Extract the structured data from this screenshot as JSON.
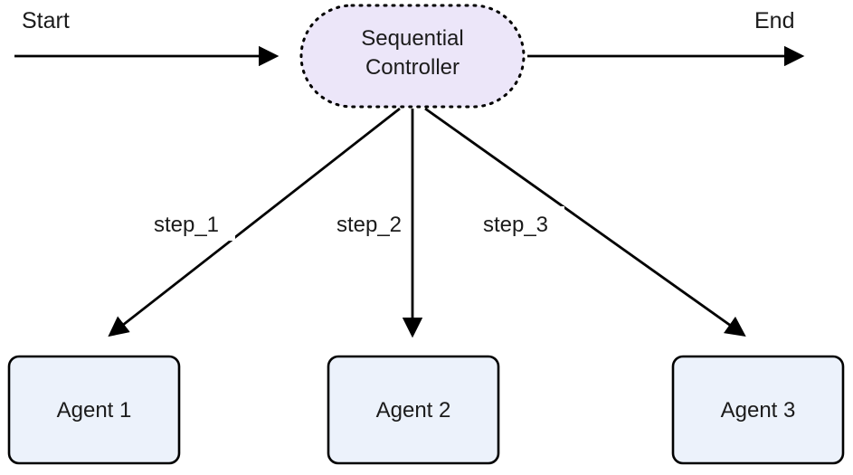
{
  "colors": {
    "controller_fill": "#ECE6F9",
    "agent_fill": "#ECF2FB",
    "line": "#000000",
    "text": "#1b1b1b"
  },
  "diagram": {
    "type": "flowchart",
    "start_label": "Start",
    "end_label": "End",
    "controller": {
      "label_line1": "Sequential",
      "label_line2": "Controller"
    },
    "edges": [
      {
        "label": "step_1",
        "from": "Sequential Controller",
        "to": "Agent 1"
      },
      {
        "label": "step_2",
        "from": "Sequential Controller",
        "to": "Agent 2"
      },
      {
        "label": "step_3",
        "from": "Sequential Controller",
        "to": "Agent 3"
      }
    ],
    "agents": [
      {
        "label": "Agent 1"
      },
      {
        "label": "Agent 2"
      },
      {
        "label": "Agent 3"
      }
    ]
  }
}
